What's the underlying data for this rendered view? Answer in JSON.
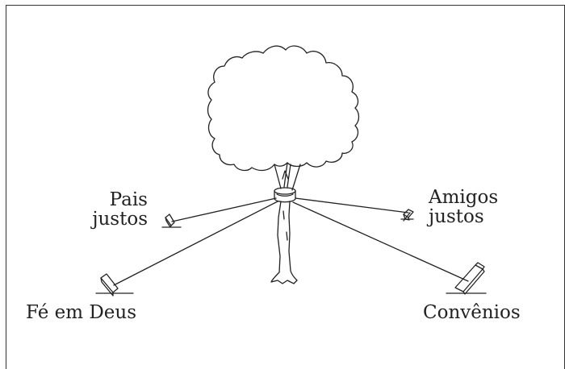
{
  "labels": {
    "pais": [
      "Pais",
      "justos"
    ],
    "amigos": [
      "Amigos",
      "justos"
    ],
    "fe": "Fé em Deus",
    "convenios": "Convênios"
  },
  "colors": {
    "stroke": "#222222",
    "background": "#ffffff"
  }
}
